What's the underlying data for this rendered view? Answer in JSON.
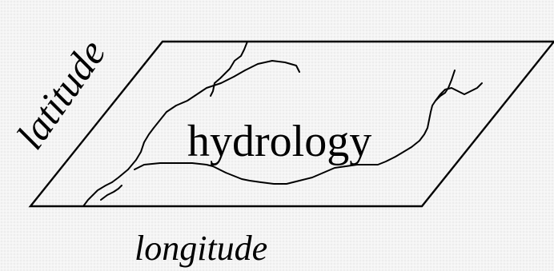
{
  "diagram": {
    "center_label": "hydrology",
    "axis_x_label": "longitude",
    "axis_y_label": "latitude",
    "line_color": "#000000",
    "background_color": "#f4f4f4"
  }
}
